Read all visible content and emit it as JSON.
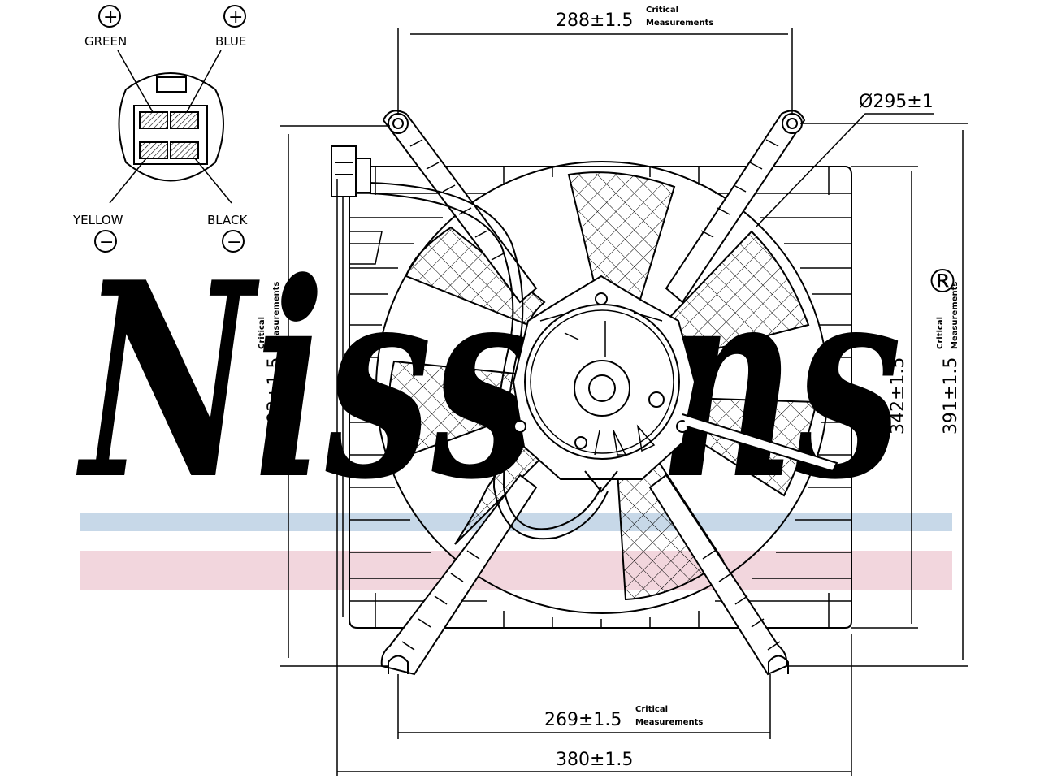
{
  "watermark": {
    "brand": "Nissens",
    "registered_mark": "®",
    "colors": {
      "blue": "#c7d8e8",
      "red": "#f2d6dd"
    }
  },
  "connector": {
    "wires": [
      {
        "color_name": "GREEN",
        "polarity": "+"
      },
      {
        "color_name": "BLUE",
        "polarity": "+"
      },
      {
        "color_name": "YELLOW",
        "polarity": "−"
      },
      {
        "color_name": "BLACK",
        "polarity": "−"
      }
    ]
  },
  "dimensions": {
    "top_mount_spacing": {
      "value": "288±1.5",
      "note": [
        "Critical",
        "Measurements"
      ]
    },
    "fan_diameter": {
      "value": "Ø295±1"
    },
    "left_height": {
      "value": "393±1.5",
      "note": [
        "Critical",
        "Measurements"
      ]
    },
    "inner_height": {
      "value": "342±1.5"
    },
    "right_height": {
      "value": "391±1.5",
      "note": [
        "Critical",
        "Measurements"
      ]
    },
    "bottom_mount_spacing": {
      "value": "269±1.5",
      "note": [
        "Critical",
        "Measurements"
      ]
    },
    "overall_width": {
      "value": "380±1.5"
    }
  },
  "colors": {
    "line": "#000000",
    "background": "#ffffff"
  }
}
